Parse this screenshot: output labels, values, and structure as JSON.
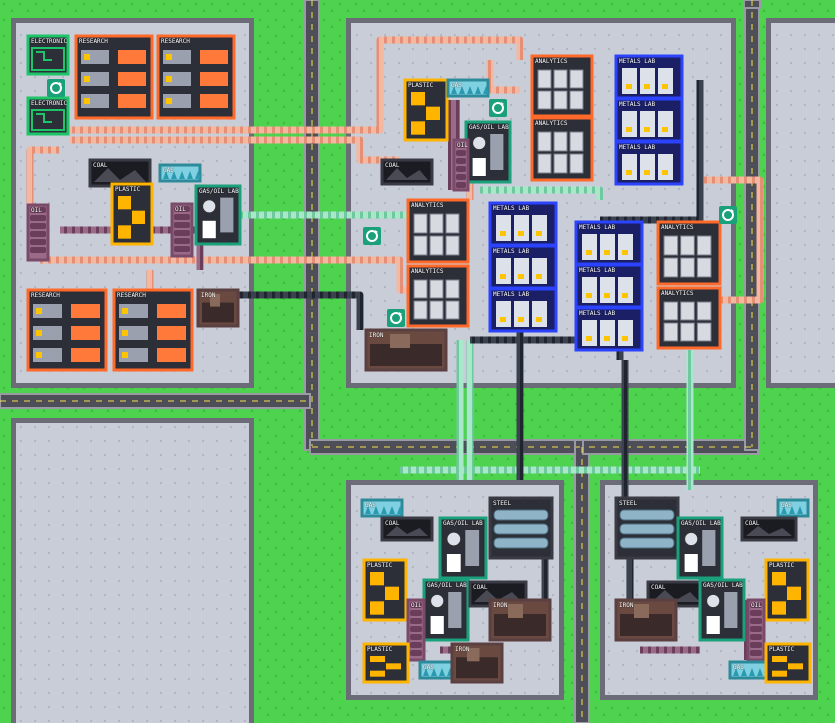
{
  "colors": {
    "grass": "#4ed34e",
    "road": "#4e4e58",
    "road_edge": "#9a9aa4",
    "road_marking": "#f2e14a",
    "lot_floor": "#c8ccd6",
    "lot_wall": "#6c6c78",
    "research_frame": "#ff6a2b",
    "analytics_frame": "#ff6a2b",
    "metals_lab_frame": "#2b43ff",
    "plastic_frame": "#ffb400",
    "gas_oil_frame": "#1aa07a",
    "electronic_frame": "#1ec46a",
    "steel_frame": "#3a3a44",
    "belt_pink": "#f4b7a0",
    "belt_green": "#a8e8c8",
    "belt_dark": "#2e3440",
    "belt_purple": "#8e5a7a"
  },
  "buildings": {
    "electronic_top": "ELECTRONIC",
    "electronic_bottom": "ELECTRONIC",
    "research_1": "RESEARCH",
    "research_2": "RESEARCH",
    "research_3": "RESEARCH",
    "research_4": "RESEARCH",
    "coal_left": "COAL",
    "gas_left": "GAS",
    "plastic_left": "PLASTIC",
    "gas_oil_left": "GAS/OIL LAB",
    "oil_left_1": "OIL",
    "oil_left_2": "OIL",
    "iron_left": "IRON",
    "plastic_center": "PLASTIC",
    "gas_center": "GAS",
    "gas_oil_center": "GAS/OIL LAB",
    "oil_center": "OIL",
    "coal_center": "COAL",
    "analytics_1": "ANALYTICS",
    "analytics_2": "ANALYTICS",
    "analytics_3": "ANALYTICS",
    "analytics_4": "ANALYTICS",
    "analytics_5": "ANALYTICS",
    "analytics_6": "ANALYTICS",
    "metals_1": "METALS LAB",
    "metals_2": "METALS LAB",
    "metals_3": "METALS LAB",
    "metals_4": "METALS LAB",
    "metals_5": "METALS LAB",
    "metals_6": "METALS LAB",
    "metals_7": "METALS LAB",
    "metals_8": "METALS LAB",
    "metals_9": "METALS LAB",
    "iron_center": "IRON",
    "bl_gas_1": "GAS",
    "bl_coal": "COAL",
    "bl_gas_oil_1": "GAS/OIL LAB",
    "bl_steel": "STEEL",
    "bl_plastic_1": "PLASTIC",
    "bl_gas_oil_2": "GAS/OIL LAB",
    "bl_coal_2": "COAL",
    "bl_oil": "OIL",
    "bl_iron_1": "IRON",
    "bl_plastic_2": "PLASTIC",
    "bl_gas_2": "GAS",
    "bl_iron_2": "IRON",
    "br_steel": "STEEL",
    "br_gas_1": "GAS",
    "br_gas_oil_1": "GAS/OIL LAB",
    "br_coal": "COAL",
    "br_coal_2": "COAL",
    "br_gas_oil_2": "GAS/OIL LAB",
    "br_plastic_1": "PLASTIC",
    "br_oil": "OIL",
    "br_iron": "IRON",
    "br_gas_2": "GAS",
    "br_plastic_2": "PLASTIC"
  }
}
